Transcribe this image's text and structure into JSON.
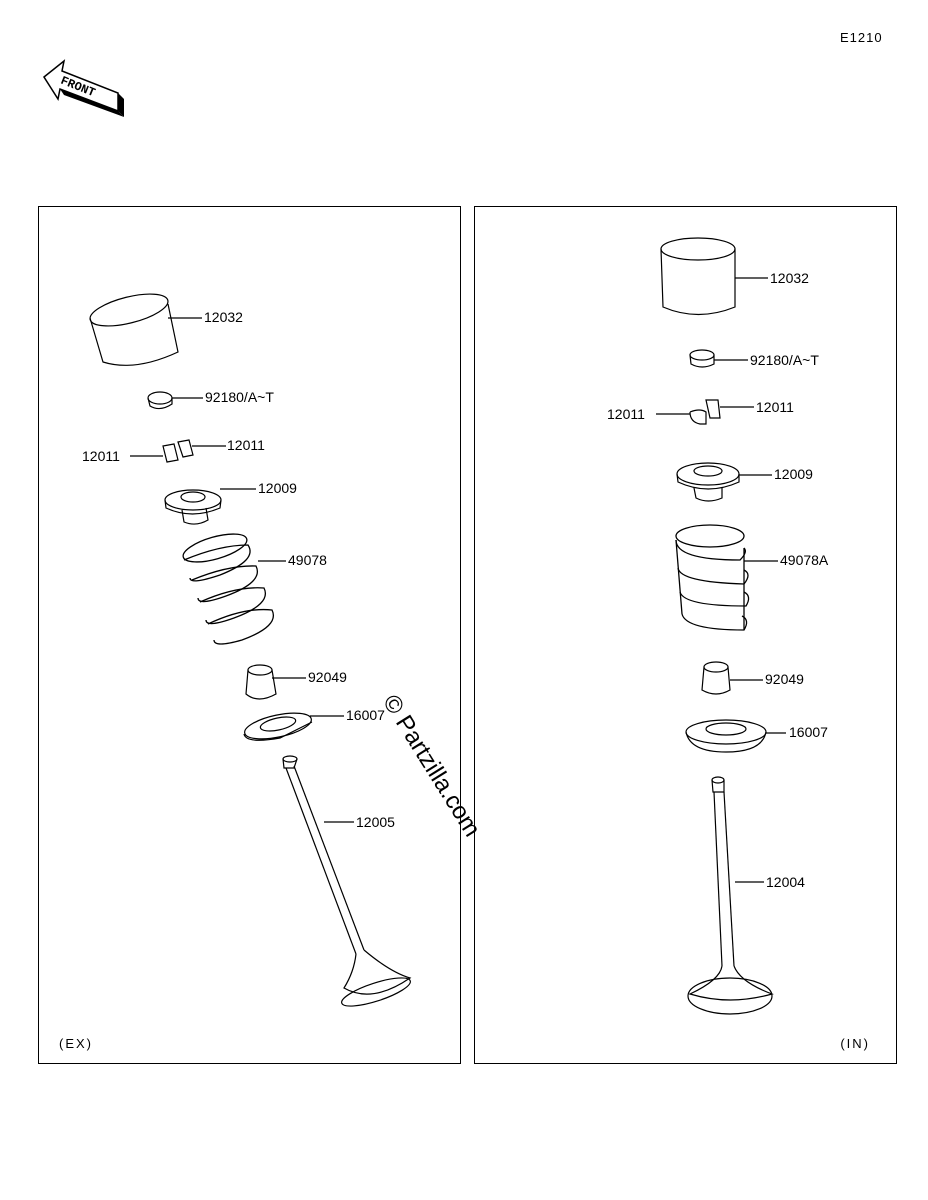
{
  "diagram_code": "E1210",
  "front_label": "FRONT",
  "watermark": "© Partzilla.com",
  "panels": {
    "ex": {
      "tag": "(EX)",
      "parts": {
        "tappet": "12032",
        "shim": "92180/A~T",
        "cotter_left": "12011",
        "cotter_right": "12011",
        "retainer": "12009",
        "spring": "49078",
        "guide": "92049",
        "seat": "16007",
        "valve": "12005"
      }
    },
    "in": {
      "tag": "(IN)",
      "parts": {
        "tappet": "12032",
        "shim": "92180/A~T",
        "cotter_left": "12011",
        "cotter_right": "12011",
        "retainer": "12009",
        "spring": "49078A",
        "guide": "92049",
        "seat": "16007",
        "valve": "12004"
      }
    }
  }
}
